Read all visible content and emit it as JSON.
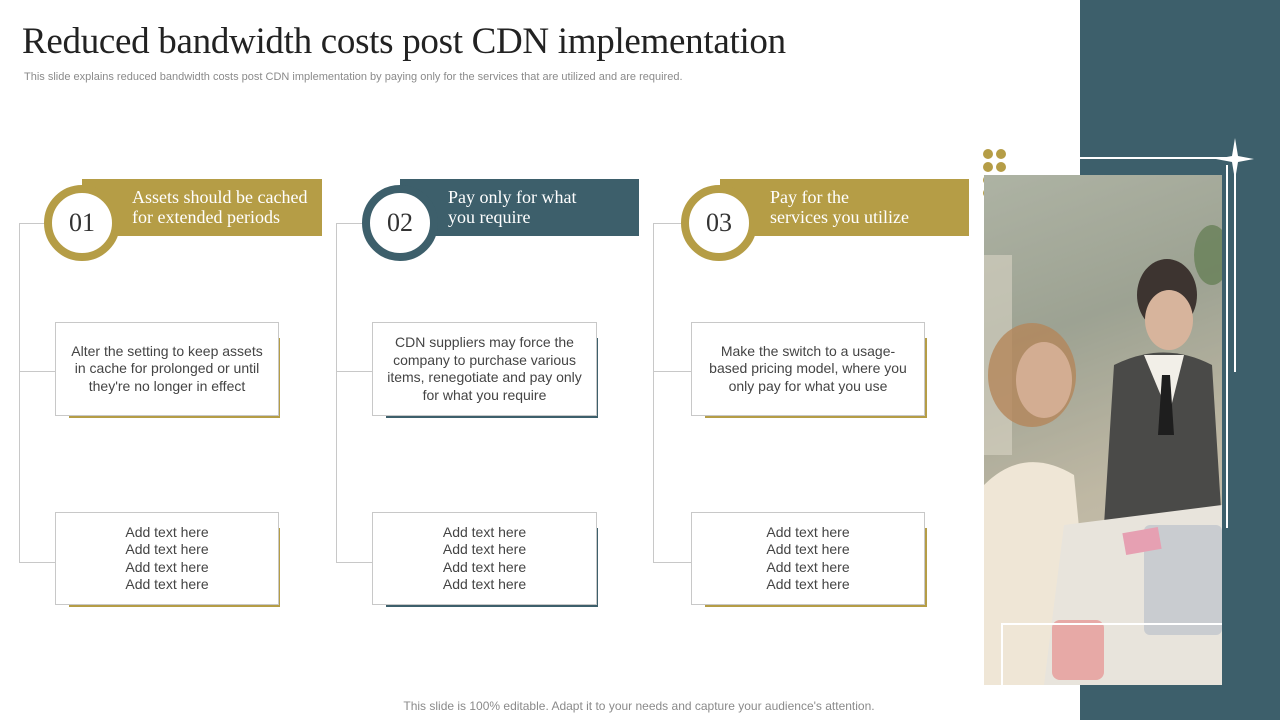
{
  "title": "Reduced bandwidth costs post CDN implementation",
  "subtitle": "This slide explains reduced bandwidth costs post CDN implementation by paying only for the services that are utilized and are required.",
  "colors": {
    "gold": "#b59d46",
    "teal": "#3d5f6b"
  },
  "columns": [
    {
      "number": "01",
      "heading_line1": "Assets should be cached",
      "heading_line2": "for extended periods",
      "accent": "gold",
      "description": "Alter the setting to keep assets in cache for prolonged or until they're no longer in effect",
      "placeholder_lines": [
        "Add text here",
        "Add text here",
        "Add text here",
        "Add text here"
      ]
    },
    {
      "number": "02",
      "heading_line1": "Pay only for what",
      "heading_line2": "you require",
      "accent": "teal",
      "description": "CDN suppliers may force the company to purchase various items, renegotiate and pay only for what you require",
      "placeholder_lines": [
        "Add text here",
        "Add text here",
        "Add text here",
        "Add text here"
      ]
    },
    {
      "number": "03",
      "heading_line1": "Pay for the",
      "heading_line2": "services you utilize",
      "accent": "gold",
      "description": "Make the switch to a usage-based pricing model, where you only pay for what you use",
      "placeholder_lines": [
        "Add text here",
        "Add text here",
        "Add text here",
        "Add text here"
      ]
    }
  ],
  "footer": "This slide is 100% editable. Adapt it to your needs and capture your audience's attention."
}
